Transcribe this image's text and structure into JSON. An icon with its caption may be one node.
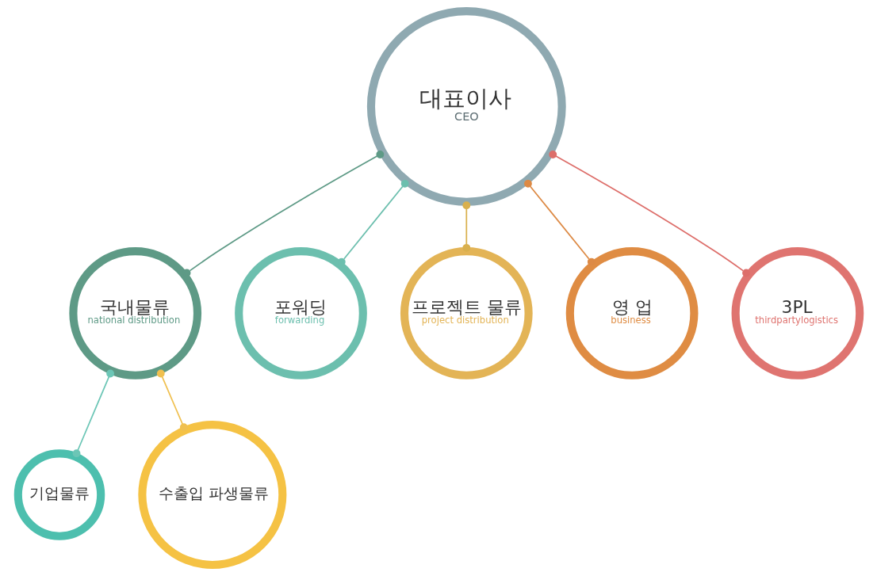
{
  "diagram": {
    "nodes": [
      {
        "text": [
          "대표이사",
          "CEO"
        ]
      },
      {
        "text": [
          "국내물류",
          "national distribution"
        ]
      },
      {
        "text": [
          "포워딩",
          "forwarding"
        ]
      },
      {
        "text": [
          "프로젝트 물류",
          "project distribution"
        ]
      },
      {
        "text": [
          "영 업",
          "business"
        ]
      },
      {
        "text": [
          "3PL",
          "thirdpartylogistics"
        ]
      },
      {
        "text": [
          "기업물류"
        ]
      },
      {
        "text": [
          "수출입 파생물류"
        ]
      }
    ],
    "edges": [
      {
        "from": 0,
        "to": 1,
        "arrow": "other",
        "color": "#5e9a86"
      },
      {
        "from": 0,
        "to": 2,
        "arrow": "other",
        "color": "#6cbfae"
      },
      {
        "from": 0,
        "to": 3,
        "arrow": "other",
        "color": "#d9b04e"
      },
      {
        "from": 0,
        "to": 4,
        "arrow": "other",
        "color": "#dd8a45"
      },
      {
        "from": 0,
        "to": 5,
        "arrow": "other",
        "color": "#dd6e6a"
      },
      {
        "from": 1,
        "to": 6,
        "arrow": "other",
        "color": "#6cc6b6"
      },
      {
        "from": 1,
        "to": 7,
        "arrow": "other",
        "color": "#f0c050"
      }
    ]
  }
}
